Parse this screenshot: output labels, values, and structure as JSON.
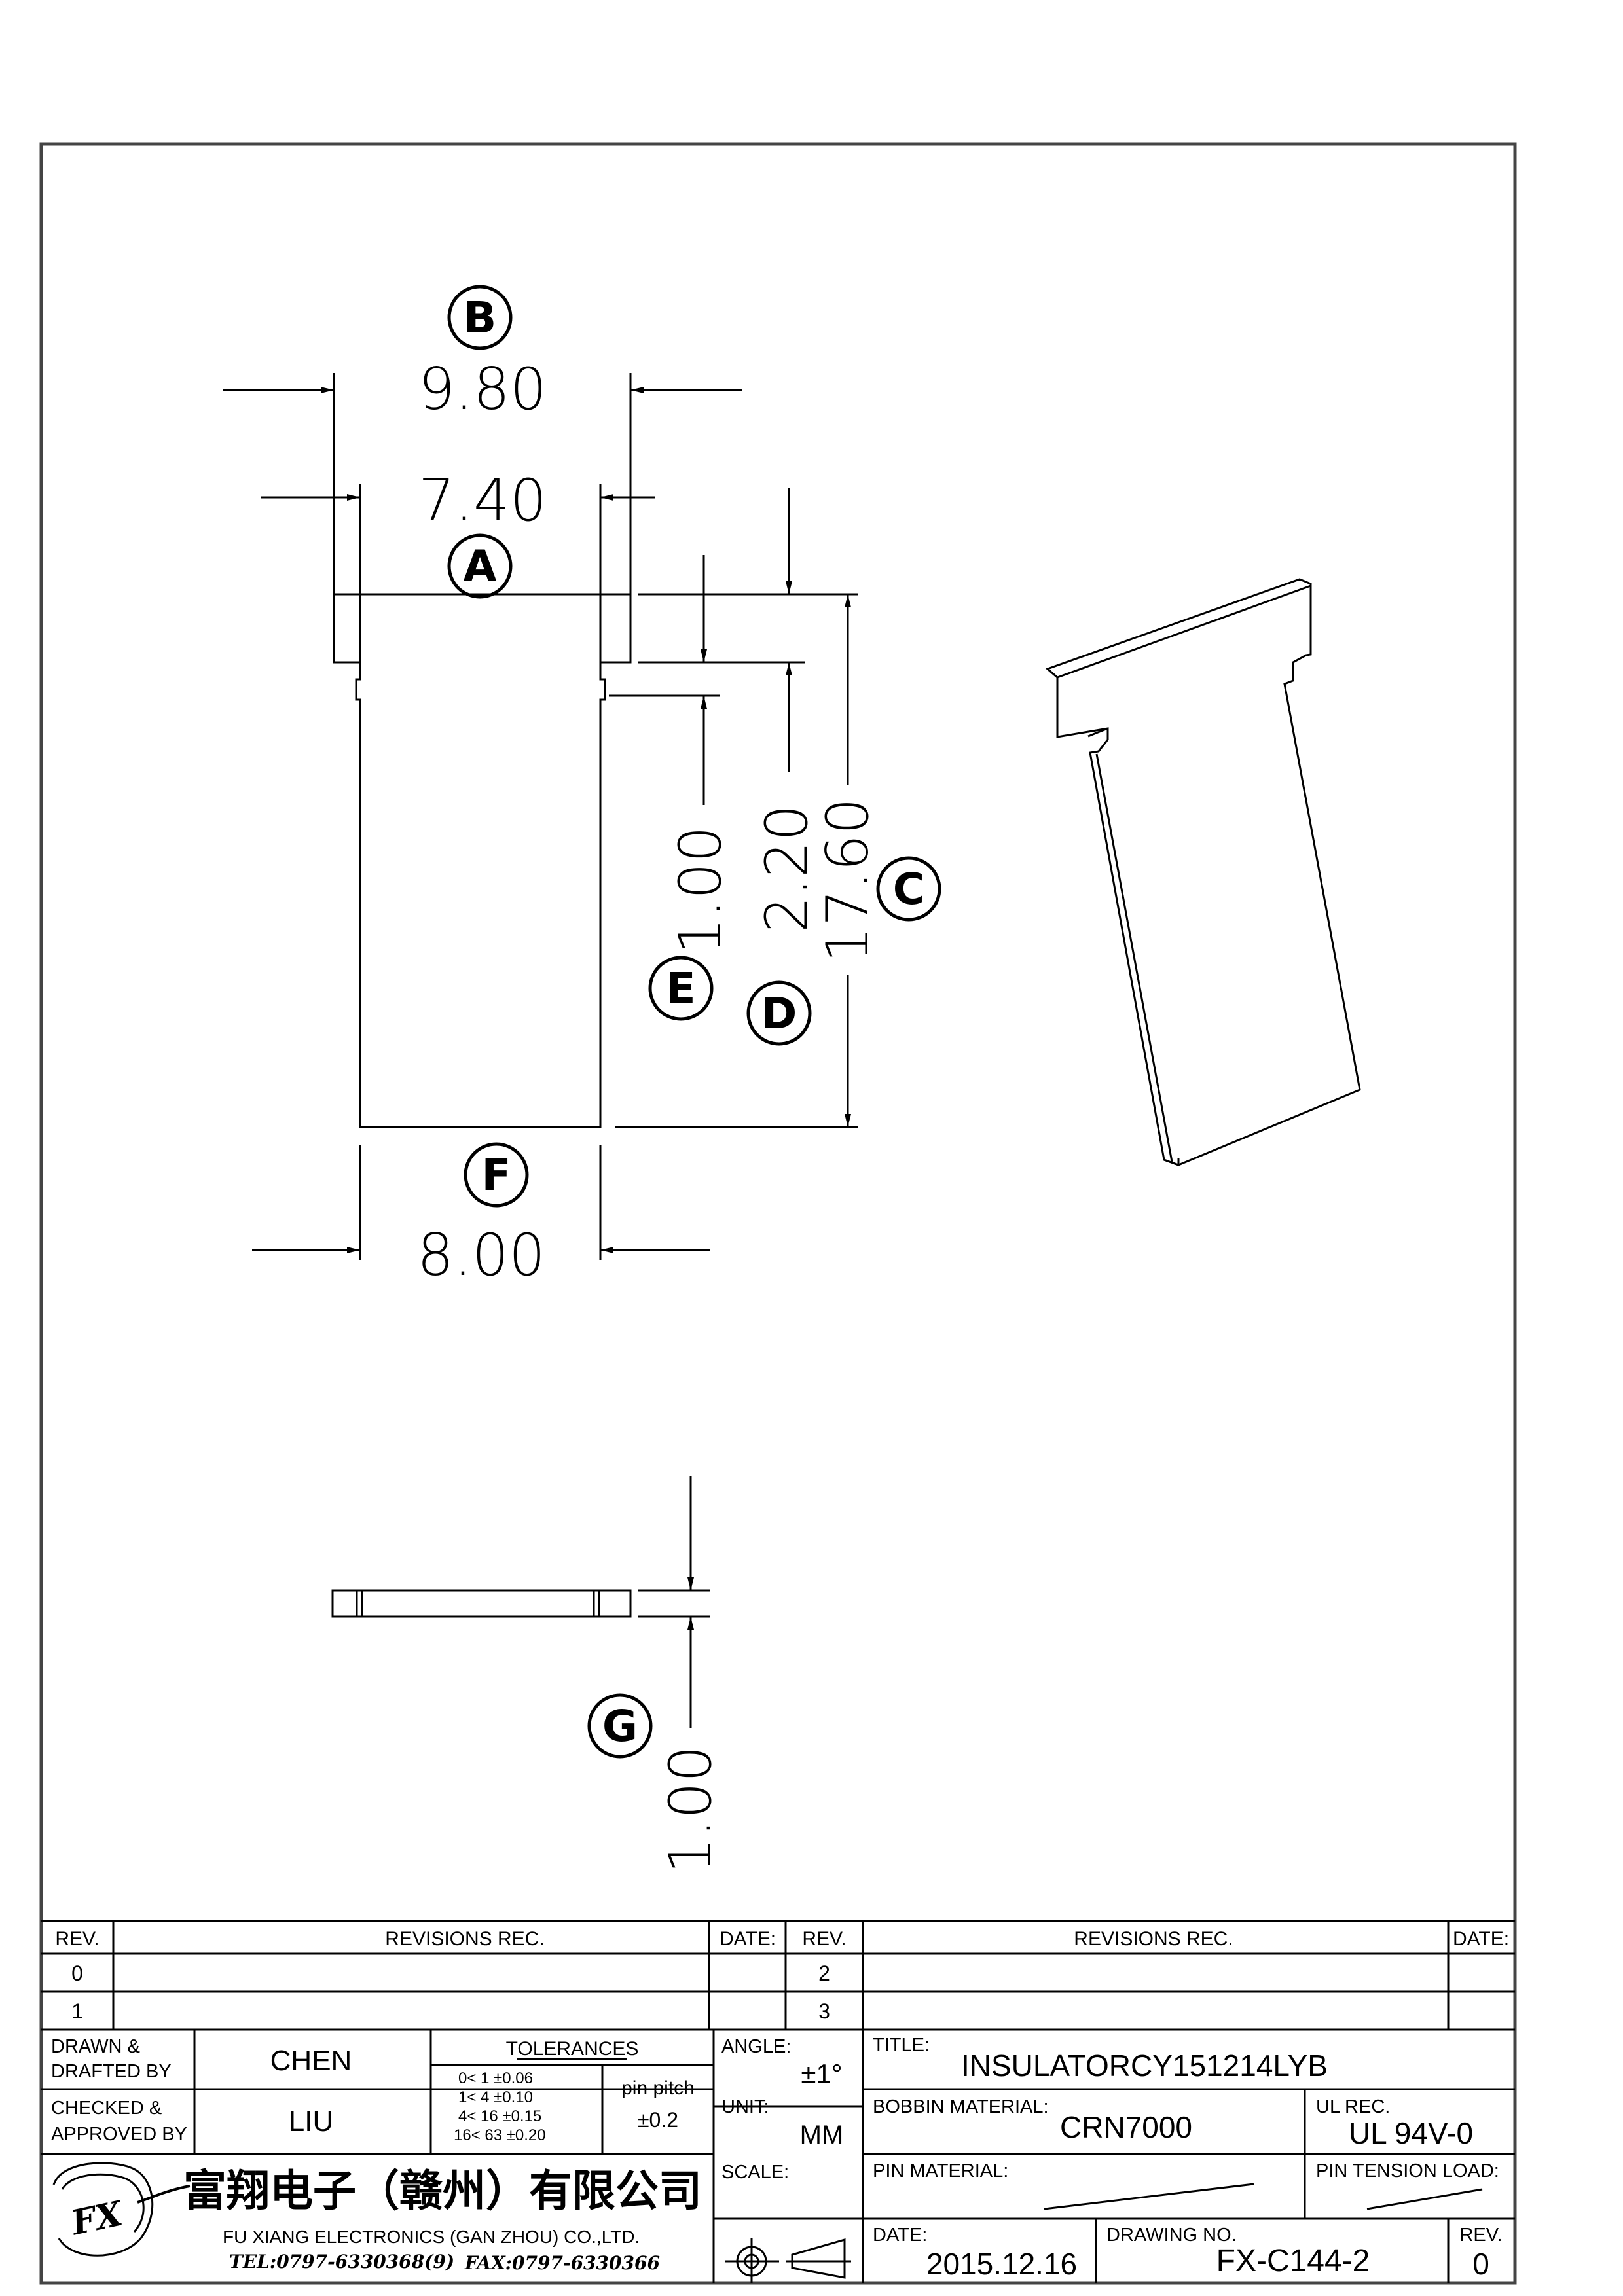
{
  "drawing": {
    "front_view": {
      "dim_b": {
        "value": "9.80",
        "label": "B"
      },
      "dim_a": {
        "value": "7.40",
        "label": "A"
      },
      "dim_c": {
        "value": "17.60",
        "label": "C"
      },
      "dim_d": {
        "value": "2.20",
        "label": "D"
      },
      "dim_e": {
        "value": "1.00",
        "label": "E"
      },
      "dim_f": {
        "value": "8.00",
        "label": "F"
      }
    },
    "side_view": {
      "dim_g": {
        "value": "1.00",
        "label": "G"
      }
    }
  },
  "title_block": {
    "rev_table": {
      "col_rev": "REV.",
      "col_revisions": "REVISIONS   REC.",
      "col_date": "DATE:",
      "rows_left": [
        "0",
        "1"
      ],
      "rows_right": [
        "2",
        "3"
      ]
    },
    "drawn_label_1": "DRAWN &",
    "drawn_label_2": "DRAFTED BY",
    "drawn_value": "CHEN",
    "checked_label_1": "CHECKED &",
    "checked_label_2": "APPROVED BY",
    "checked_value": "LIU",
    "tolerances_header": "TOLERANCES",
    "tolerances": [
      "0<  1   ±0.06",
      "1<  4   ±0.10",
      "4<  16  ±0.15",
      "16<  63  ±0.20"
    ],
    "pin_pitch_label": "pin pitch",
    "pin_pitch_value": "±0.2",
    "angle_label": "ANGLE:",
    "angle_value": "±1°",
    "unit_label": "UNIT:",
    "unit_value": "MM",
    "scale_label": "SCALE:",
    "title_label": "TITLE:",
    "title_value": "INSULATORCY151214LYB",
    "bobbin_label": "BOBBIN MATERIAL:",
    "bobbin_value": "CRN7000",
    "ul_label": "UL REC.",
    "ul_value": "UL 94V-0",
    "pin_material_label": "PIN MATERIAL:",
    "pin_tension_label": "PIN TENSION LOAD:",
    "date_label": "DATE:",
    "date_value": "2015.12.16",
    "drawing_no_label": "DRAWING NO.",
    "drawing_no_value": "FX-C144-2",
    "rev_label": "REV.",
    "rev_value": "0",
    "company_cn": "富翔电子（赣州）有限公司",
    "company_en": "FU XIANG ELECTRONICS (GAN ZHOU) CO.,LTD.",
    "tel": "TEL:0797-6330368(9)",
    "fax": "FAX:0797-6330366",
    "logo_text": "FX"
  }
}
